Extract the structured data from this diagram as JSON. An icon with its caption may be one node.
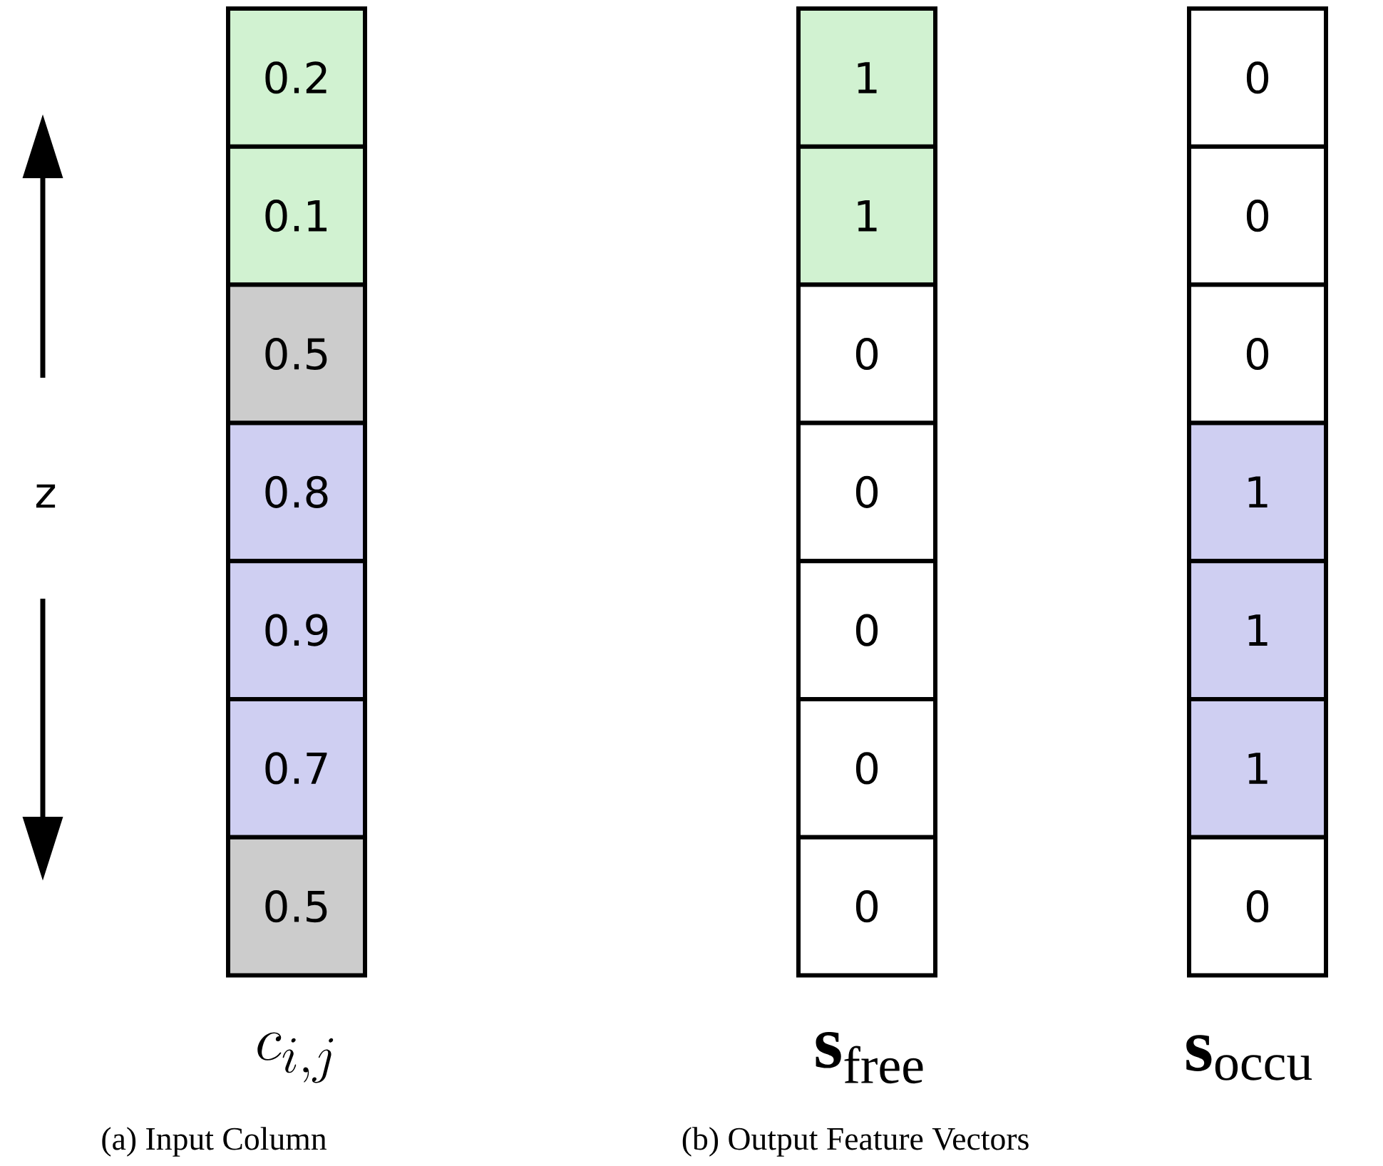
{
  "diagram": {
    "nodes": [
      {
        "text": [
          "0.2"
        ]
      },
      {
        "text": [
          "0.1"
        ]
      },
      {
        "text": [
          "0.5"
        ]
      },
      {
        "text": [
          "0.8"
        ]
      },
      {
        "text": [
          "0.9"
        ]
      },
      {
        "text": [
          "0.7"
        ]
      },
      {
        "text": [
          "0.5"
        ]
      },
      {
        "text": [
          "1"
        ]
      },
      {
        "text": [
          "1"
        ]
      },
      {
        "text": [
          "0"
        ]
      },
      {
        "text": [
          "0"
        ]
      },
      {
        "text": [
          "0"
        ]
      },
      {
        "text": [
          "0"
        ]
      },
      {
        "text": [
          "0"
        ]
      },
      {
        "text": [
          "0"
        ]
      },
      {
        "text": [
          "0"
        ]
      },
      {
        "text": [
          "0"
        ]
      },
      {
        "text": [
          "1"
        ]
      },
      {
        "text": [
          "1"
        ]
      },
      {
        "text": [
          "1"
        ]
      },
      {
        "text": [
          "0"
        ]
      }
    ],
    "labels": [
      "z",
      "c_{i,j}",
      "\\mathbf{s}_{\\mathrm{free}}",
      "\\mathbf{s}_{\\mathrm{occu}}",
      "(a) Input Column",
      "(b) Output Feature Vectors"
    ]
  }
}
